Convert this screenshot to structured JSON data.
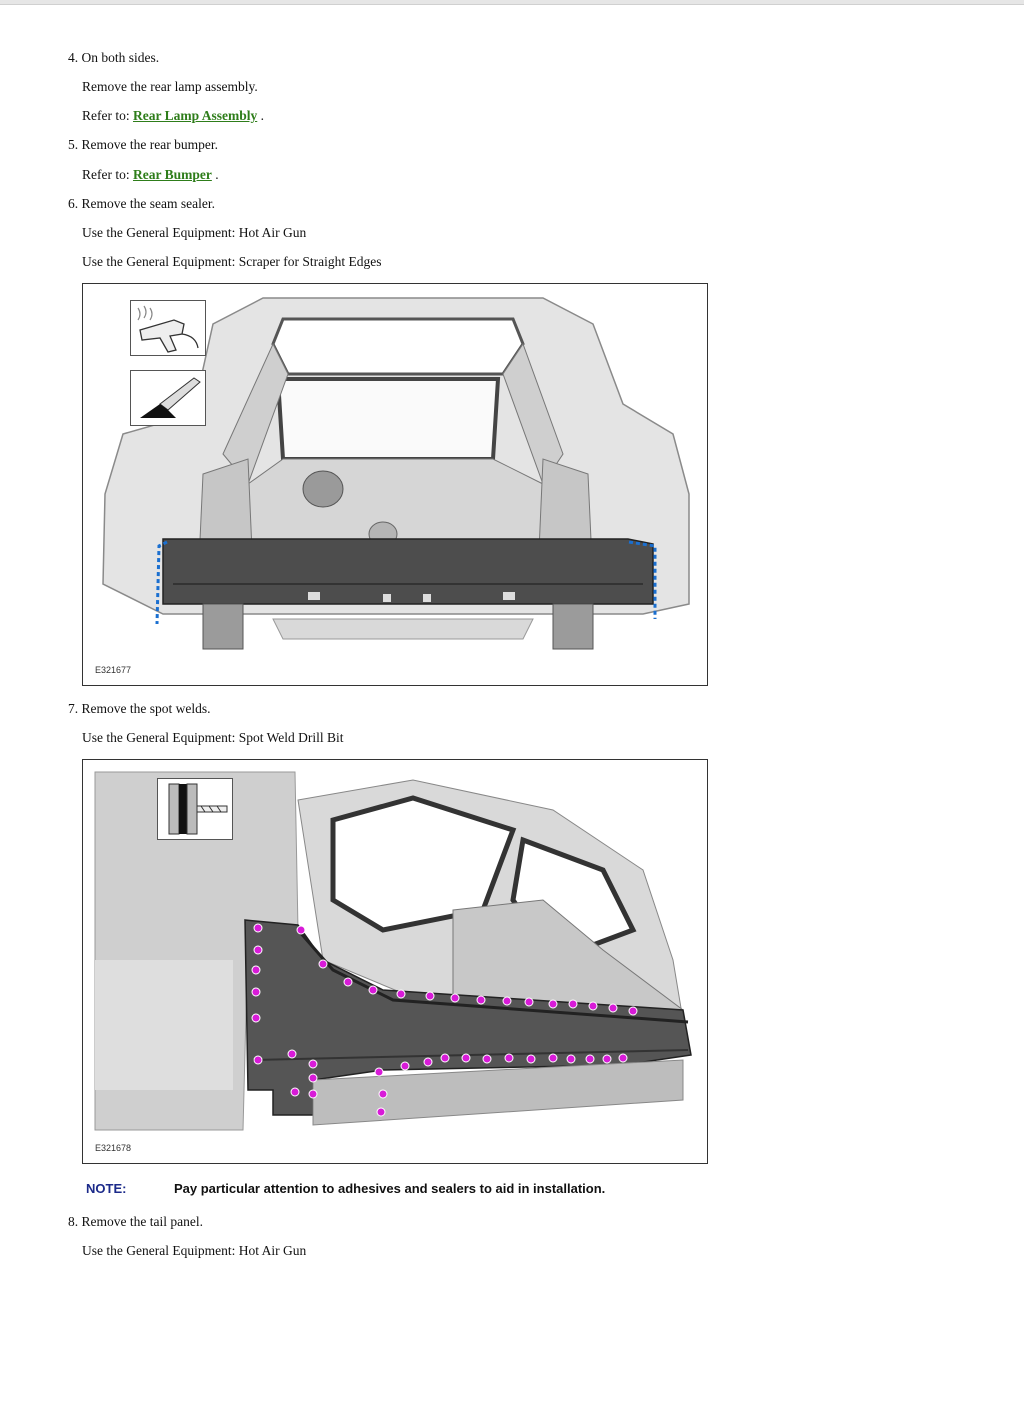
{
  "steps": [
    {
      "number": "4.",
      "text": "On both sides.",
      "sub": [
        "Remove the rear lamp assembly."
      ],
      "refer_label": "Refer to: ",
      "refer_link": "Rear Lamp Assembly",
      "refer_suffix": " ."
    },
    {
      "number": "5.",
      "text": "Remove the rear bumper.",
      "refer_label": "Refer to: ",
      "refer_link": "Rear Bumper",
      "refer_suffix": " ."
    },
    {
      "number": "6.",
      "text": "Remove the seam sealer.",
      "sub": [
        "Use the General Equipment: Hot Air Gun",
        "Use the General Equipment: Scraper for Straight Edges"
      ]
    },
    {
      "number": "7.",
      "text": "Remove the spot welds.",
      "sub": [
        "Use the General Equipment: Spot Weld Drill Bit"
      ]
    },
    {
      "number": "8.",
      "text": "Remove the tail panel.",
      "sub": [
        "Use the General Equipment: Hot Air Gun"
      ]
    }
  ],
  "figures": [
    {
      "code": "E321677",
      "icons": [
        "hot-air-gun-icon",
        "scraper-icon"
      ],
      "highlight_color": "#1a6fd0"
    },
    {
      "code": "E321678",
      "icons": [
        "spot-weld-drill-icon"
      ],
      "highlight_color": "#d81bd8"
    }
  ],
  "note": {
    "label": "NOTE:",
    "text": "Pay particular attention to adhesives and sealers to aid in installation."
  },
  "colors": {
    "link": "#2e7d1a",
    "note_label": "#1b2a8a"
  }
}
